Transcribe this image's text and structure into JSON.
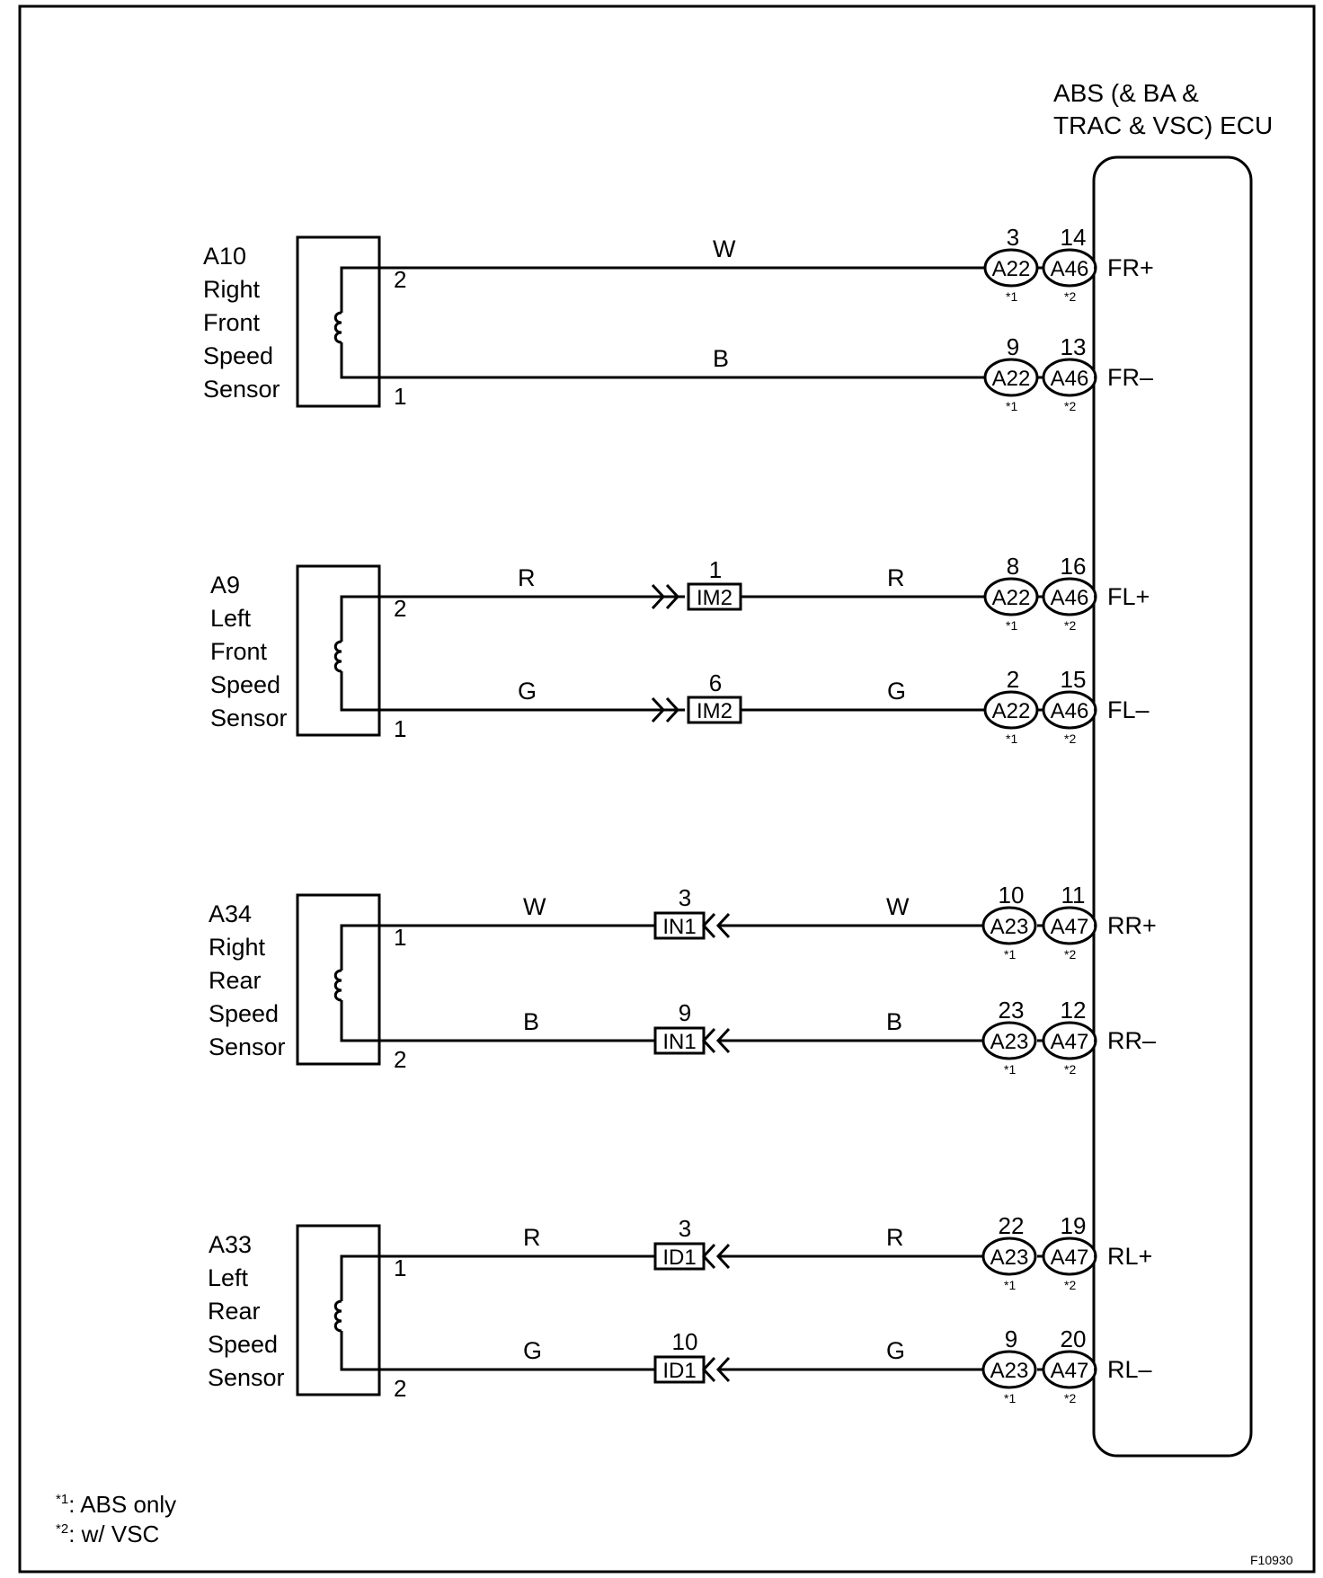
{
  "ecu": {
    "label_line1": "ABS (& BA &",
    "label_line2": "TRAC & VSC) ECU"
  },
  "sensors": [
    {
      "id": "A10",
      "name_lines": [
        "Right",
        "Front",
        "Speed",
        "Sensor"
      ],
      "top_pin": "2",
      "bottom_pin": "1"
    },
    {
      "id": "A9",
      "name_lines": [
        "Left",
        "Front",
        "Speed",
        "Sensor"
      ],
      "top_pin": "2",
      "bottom_pin": "1"
    },
    {
      "id": "A34",
      "name_lines": [
        "Right",
        "Rear",
        "Speed",
        "Sensor"
      ],
      "top_pin": "1",
      "bottom_pin": "2"
    },
    {
      "id": "A33",
      "name_lines": [
        "Left",
        "Rear",
        "Speed",
        "Sensor"
      ],
      "top_pin": "1",
      "bottom_pin": "2"
    }
  ],
  "wires": [
    {
      "terminal": "FR+",
      "color_left": "W",
      "color_right": "",
      "junction": "",
      "junction_pin": "",
      "c1": "A22",
      "c1_pin": "3",
      "c2": "A46",
      "c2_pin": "14"
    },
    {
      "terminal": "FR–",
      "color_left": "B",
      "color_right": "",
      "junction": "",
      "junction_pin": "",
      "c1": "A22",
      "c1_pin": "9",
      "c2": "A46",
      "c2_pin": "13"
    },
    {
      "terminal": "FL+",
      "color_left": "R",
      "color_right": "R",
      "junction": "IM2",
      "junction_pin": "1",
      "c1": "A22",
      "c1_pin": "8",
      "c2": "A46",
      "c2_pin": "16"
    },
    {
      "terminal": "FL–",
      "color_left": "G",
      "color_right": "G",
      "junction": "IM2",
      "junction_pin": "6",
      "c1": "A22",
      "c1_pin": "2",
      "c2": "A46",
      "c2_pin": "15"
    },
    {
      "terminal": "RR+",
      "color_left": "W",
      "color_right": "W",
      "junction": "IN1",
      "junction_pin": "3",
      "c1": "A23",
      "c1_pin": "10",
      "c2": "A47",
      "c2_pin": "11"
    },
    {
      "terminal": "RR–",
      "color_left": "B",
      "color_right": "B",
      "junction": "IN1",
      "junction_pin": "9",
      "c1": "A23",
      "c1_pin": "23",
      "c2": "A47",
      "c2_pin": "12"
    },
    {
      "terminal": "RL+",
      "color_left": "R",
      "color_right": "R",
      "junction": "ID1",
      "junction_pin": "3",
      "c1": "A23",
      "c1_pin": "22",
      "c2": "A47",
      "c2_pin": "19"
    },
    {
      "terminal": "RL–",
      "color_left": "G",
      "color_right": "G",
      "junction": "ID1",
      "junction_pin": "10",
      "c1": "A23",
      "c1_pin": "9",
      "c2": "A47",
      "c2_pin": "20"
    }
  ],
  "notes": {
    "c1_mark": "*1",
    "c2_mark": "*2",
    "footnote1_mark": "*1",
    "footnote1_text": ": ABS only",
    "footnote2_mark": "*2",
    "footnote2_text": ": w/ VSC"
  },
  "figure_id": "F10930"
}
